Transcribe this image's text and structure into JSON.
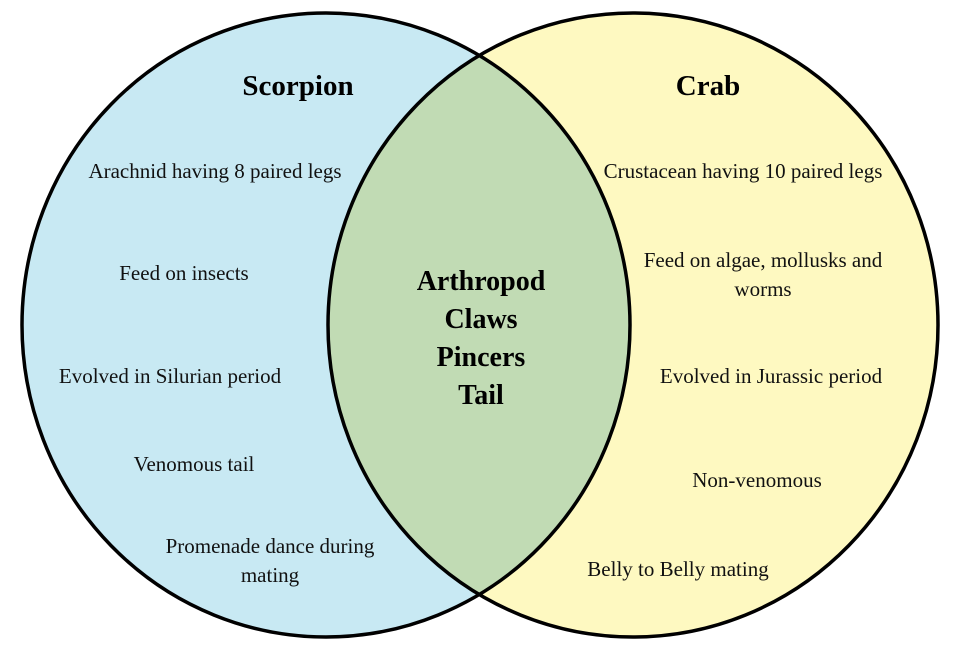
{
  "colors": {
    "left": "#c8e9f3",
    "right": "#fef9c1",
    "overlap": "#c1dbb4",
    "stroke": "#000000"
  },
  "left": {
    "title": "Scorpion",
    "items": [
      "Arachnid having 8 paired legs",
      "Feed on insects",
      "Evolved in Silurian period",
      "Venomous tail",
      "Promenade dance during mating"
    ]
  },
  "right": {
    "title": "Crab",
    "items": [
      "Crustacean having 10 paired legs",
      "Feed on algae, mollusks and worms",
      "Evolved in Jurassic period",
      "Non-venomous",
      "Belly to Belly mating"
    ]
  },
  "common": {
    "items": [
      "Arthropod",
      "Claws",
      "Pincers",
      "Tail"
    ]
  }
}
